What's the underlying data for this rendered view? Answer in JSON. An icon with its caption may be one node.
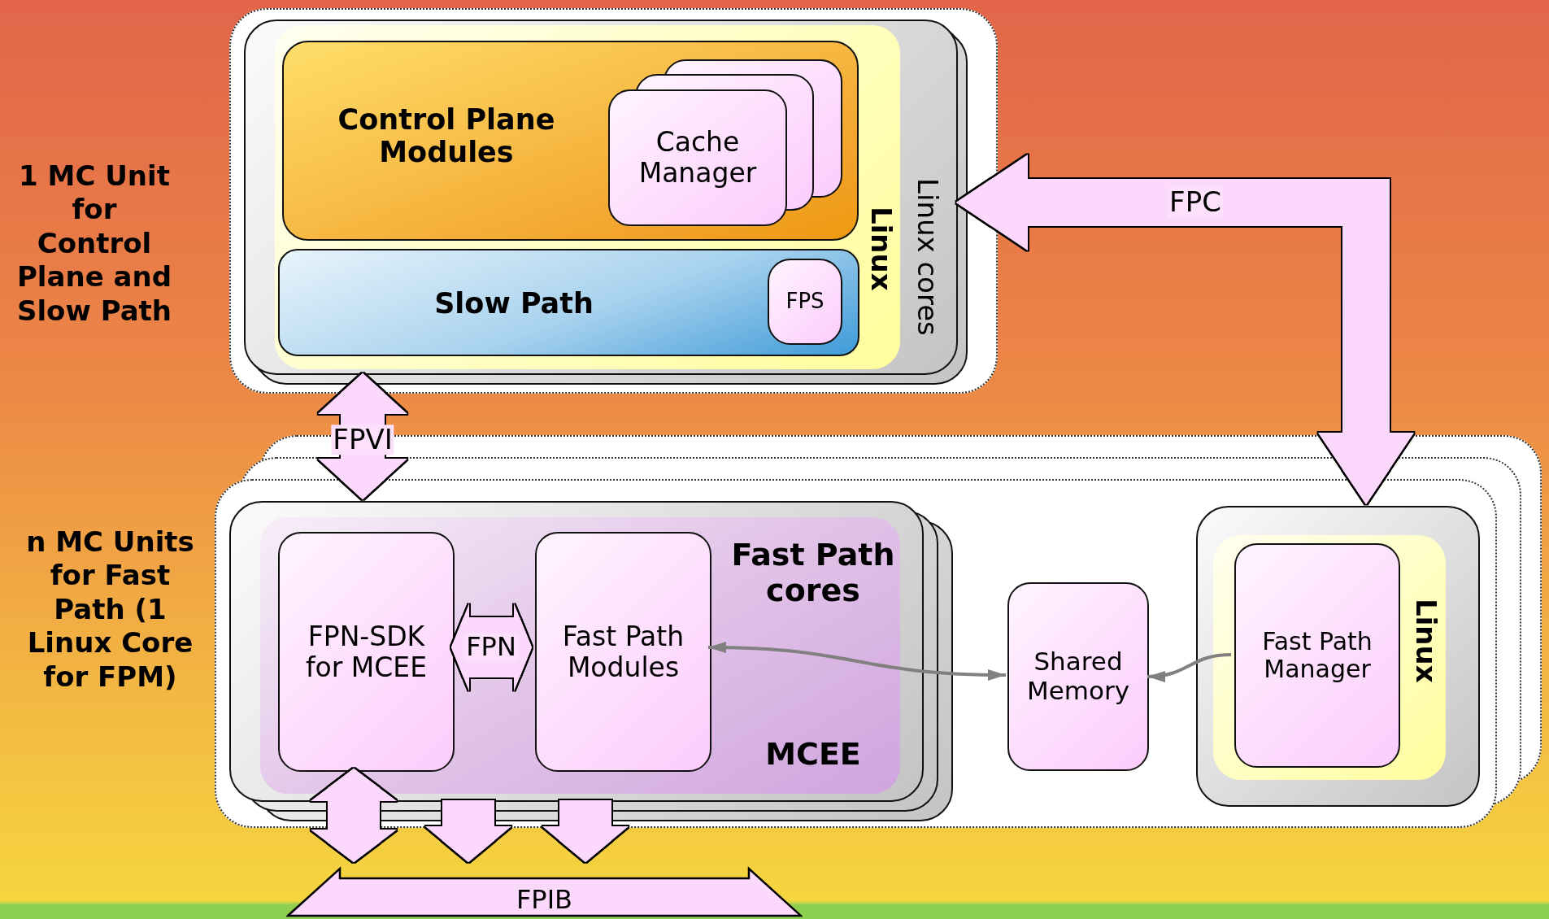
{
  "diagram": {
    "nodes": [
      {
        "text": [],
        "shape": "box"
      },
      {
        "text": [
          "Linux cores"
        ],
        "in": 0
      },
      {
        "text": [
          "Linux"
        ],
        "in": 1
      },
      {
        "text": [
          "Control Plane Modules"
        ],
        "in": 2
      },
      {
        "text": [
          "Cache Manager"
        ],
        "in": 3
      },
      {
        "text": [
          "Slow Path"
        ],
        "in": 2
      },
      {
        "text": [
          "FPS"
        ],
        "in": 5
      },
      {
        "text": [],
        "shape": "box"
      },
      {
        "text": [],
        "shape": "box",
        "in": 7
      },
      {
        "text": [
          "Fast Path cores",
          "MCEE"
        ],
        "in": 8
      },
      {
        "text": [
          "FPN-SDK for MCEE"
        ],
        "in": 9
      },
      {
        "text": [
          "Fast Path Modules"
        ],
        "in": 9
      },
      {
        "text": [
          "Shared Memory"
        ],
        "in": 7
      },
      {
        "text": [],
        "shape": "box",
        "in": 7
      },
      {
        "text": [
          "Linux"
        ],
        "in": 13
      },
      {
        "text": [
          "Fast Path Manager"
        ],
        "in": 14
      },
      {
        "text": [
          "FPIB"
        ]
      }
    ],
    "edges": [
      {
        "from": 1,
        "to": 8,
        "arrow": "both",
        "label": "FPVI"
      },
      {
        "from": 1,
        "to": 13,
        "arrow": "both",
        "label": "FPC"
      },
      {
        "from": 10,
        "to": 11,
        "arrow": "both",
        "label": "FPN"
      },
      {
        "from": 11,
        "to": 12,
        "arrow": "both",
        "color": "#808080"
      },
      {
        "from": 15,
        "to": 12,
        "arrow": "to",
        "color": "#808080"
      },
      {
        "from": 10,
        "to": 16,
        "arrow": "both"
      },
      {
        "from": 8,
        "to": 16,
        "arrow": "to"
      },
      {
        "from": 8,
        "to": 16,
        "arrow": "to"
      }
    ],
    "labels": [
      "1 MC Unit for Control Plane and Slow Path",
      "n MC Units for Fast Path (1 Linux Core for FPM)"
    ]
  }
}
